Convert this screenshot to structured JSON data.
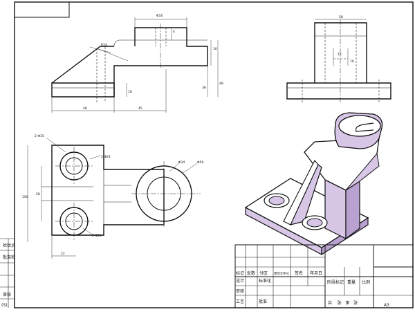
{
  "drawing": {
    "top_left_label": "(S)",
    "front_view": {
      "dims": [
        "Φ16",
        "R14",
        "4",
        "10",
        "38",
        "48",
        "18",
        "48",
        "45"
      ]
    },
    "side_view": {
      "dims": [
        "58",
        "12",
        "10"
      ]
    },
    "top_view": {
      "dims": [
        "2-Φ15",
        "2-Φ24",
        "Φ34",
        "Φ58",
        "2-Φ26",
        "100",
        "58",
        "22"
      ]
    },
    "left_strip": [
      "检验员",
      "批准检",
      "审核"
    ],
    "title_block": {
      "row_labels": [
        "标记",
        "处数",
        "分区",
        "更改文件号",
        "签名",
        "年月日"
      ],
      "material_mark": "阶段标记",
      "weight": "重量",
      "scale": "比例",
      "design": "设计",
      "standardize": "标准化",
      "review": "审核",
      "process": "工艺",
      "approve": "批准",
      "sheets": "共    张   第   张",
      "page_label": "A3"
    }
  },
  "colors": {
    "line": "#111111",
    "part_fill": "#ffffff",
    "part_shade": "#d8c6e6",
    "part_shade_dark": "#b9a2cf",
    "sheet": "#ffffff"
  }
}
